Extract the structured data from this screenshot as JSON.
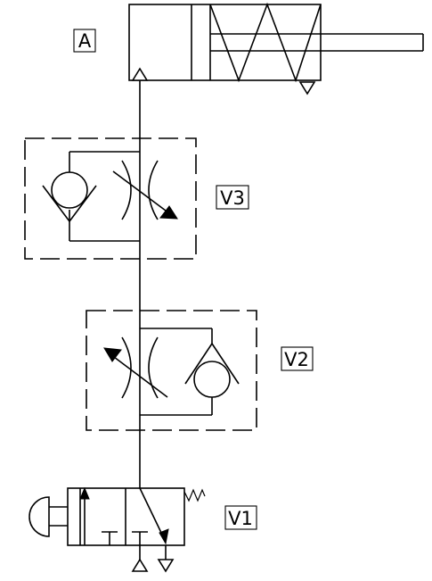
{
  "labels": {
    "cylinder": "A",
    "valve3": "V3",
    "valve2": "V2",
    "valve1": "V1"
  },
  "colors": {
    "line": "#000000",
    "background": "#ffffff"
  }
}
